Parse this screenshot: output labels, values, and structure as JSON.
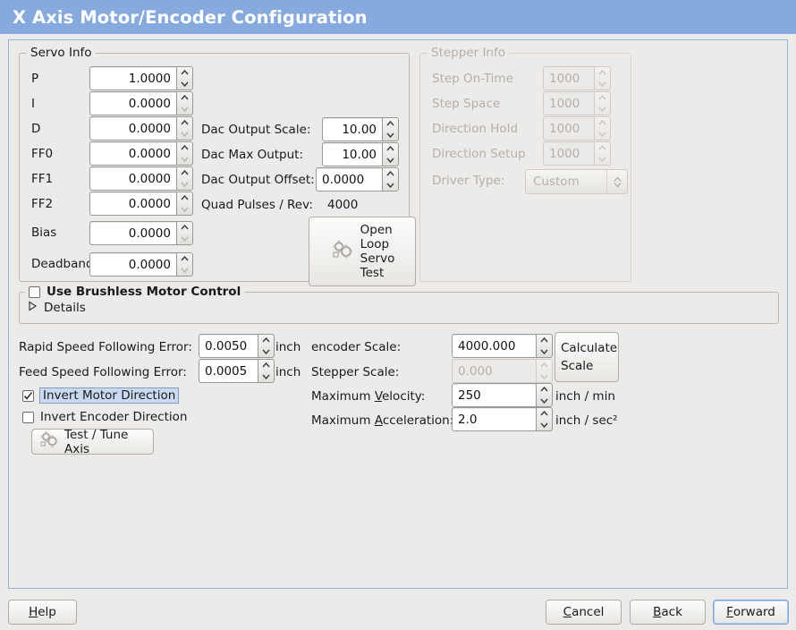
{
  "window": {
    "title": "X Axis Motor/Encoder Configuration",
    "title_bg": "#86aadd",
    "bg": "#edebe9"
  },
  "servo": {
    "legend": "Servo Info",
    "rows": [
      {
        "label": "P",
        "value": "1.0000"
      },
      {
        "label": "I",
        "value": "0.0000"
      },
      {
        "label": "D",
        "value": "0.0000"
      },
      {
        "label": "FF0",
        "value": "0.0000"
      },
      {
        "label": "FF1",
        "value": "0.0000"
      },
      {
        "label": "FF2",
        "value": "0.0000"
      },
      {
        "label": "Bias",
        "value": "0.0000"
      },
      {
        "label": "Deadband",
        "value": "0.0000"
      }
    ],
    "dac": [
      {
        "label": "Dac Output Scale:",
        "value": "10.00"
      },
      {
        "label": "Dac Max Output:",
        "value": "10.00"
      },
      {
        "label": "Dac Output Offset:",
        "value": "0.0000"
      }
    ],
    "quad_label": "Quad Pulses / Rev:",
    "quad_value": "4000",
    "open_loop_button": "Open\nLoop\nServo\nTest",
    "open_loop_lines": [
      "Open",
      "Loop",
      "Servo",
      "Test"
    ]
  },
  "stepper": {
    "legend": "Stepper Info",
    "enabled": false,
    "rows": [
      {
        "label": "Step On-Time",
        "value": "1000"
      },
      {
        "label": "Step Space",
        "value": "1000"
      },
      {
        "label": "Direction Hold",
        "value": "1000"
      },
      {
        "label": "Direction Setup",
        "value": "1000"
      }
    ],
    "driver_type_label": "Driver Type:",
    "driver_type_value": "Custom"
  },
  "brushless": {
    "legend": "Use Brushless Motor Control",
    "checked": false,
    "details_label": "Details",
    "details_expanded": false
  },
  "tuning": {
    "rapid_label": "Rapid Speed Following Error:",
    "rapid_value": "0.0050",
    "rapid_unit": "inch",
    "feed_label": "Feed Speed Following Error:",
    "feed_value": "0.0005",
    "feed_unit": "inch",
    "invert_motor_label": "Invert Motor Direction",
    "invert_motor_checked": true,
    "invert_encoder_label": "Invert Encoder Direction",
    "invert_encoder_checked": false,
    "test_tune_button": "Test / Tune Axis"
  },
  "scale": {
    "encoder_label": "encoder Scale:",
    "encoder_value": "4000.000",
    "stepper_label": "Stepper Scale:",
    "stepper_value": "0.000",
    "stepper_enabled": false,
    "calculate_button_lines": [
      "Calculate",
      "Scale"
    ],
    "max_velocity_label_pre": "Maximum ",
    "max_velocity_label_mn": "V",
    "max_velocity_label_post": "elocity:",
    "max_velocity_value": "250",
    "max_velocity_unit": "inch / min",
    "max_accel_label_pre": "Maximum ",
    "max_accel_label_mn": "A",
    "max_accel_label_post": "cceleration:",
    "max_accel_value": "2.0",
    "max_accel_unit": "inch / sec²"
  },
  "footer": {
    "help": {
      "pre": "",
      "mn": "H",
      "post": "elp"
    },
    "cancel": {
      "pre": "",
      "mn": "C",
      "post": "ancel"
    },
    "back": {
      "pre": "",
      "mn": "B",
      "post": "ack"
    },
    "forward": {
      "pre": "",
      "mn": "F",
      "post": "orward",
      "focused": true
    }
  }
}
